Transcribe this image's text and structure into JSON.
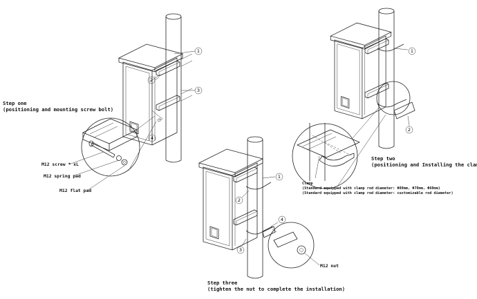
{
  "steps": {
    "one": {
      "title": "Step one",
      "desc": "(positioning and mounting screw bolt)"
    },
    "two": {
      "title": "Step two",
      "desc": "(positioning and Installing the clamp)"
    },
    "three": {
      "title": "Step three",
      "desc": "(tighten the nut to complete the installation)"
    }
  },
  "parts": {
    "screw": "M12 screw * xL",
    "spring_pad": "M12 spring pad",
    "flat_pad": "M12 flat pad",
    "nut": "M12 nut",
    "clamp": "Clamp",
    "clamp_note_1": "(Standard equipped with clamp rod diameter: Φ80mm, Φ70mm, Φ60mm)",
    "clamp_note_2": "(Standard equipped with clamp rod diameter: customizable rod diameter)"
  },
  "callouts": {
    "c1": "1",
    "c2": "2",
    "c3": "3",
    "c4": "4"
  }
}
